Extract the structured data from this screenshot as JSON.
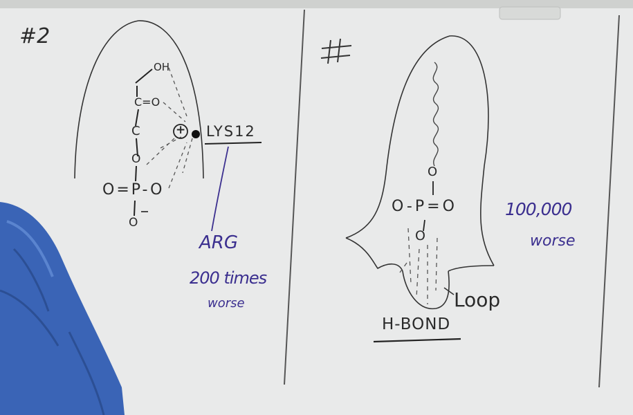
{
  "left_panel": {
    "number": "#2",
    "oh": "OH",
    "co": "C=O",
    "c": "C",
    "o1": "O",
    "plus": "+",
    "lys": "LYS12",
    "phosphate": "O=P-O",
    "o_bottom": "O",
    "arg": "ARG",
    "times": "200 times",
    "worse": "worse"
  },
  "right_panel": {
    "number": "#",
    "o_top": "O",
    "phosphate": "O-P=O",
    "o_below": "O",
    "value": "100,000",
    "worse": "worse",
    "loop": "Loop",
    "hbond": "H-BOND"
  },
  "colors": {
    "board": "#e9eaea",
    "ink_black": "#2a2a2a",
    "ink_purple": "#3b2f8f",
    "shirt": "#3a64b6"
  }
}
